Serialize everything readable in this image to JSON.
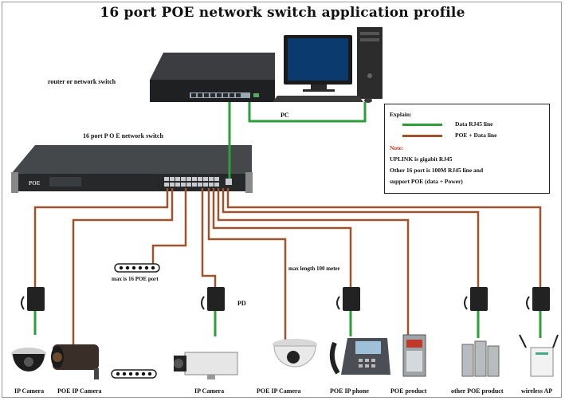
{
  "title": "16 port POE network switch application profile",
  "labels": {
    "router": "router or network switch",
    "switch": "16 port  P O E  network switch",
    "switch_brand": "POE",
    "pc": "PC",
    "max_ports": "max is 16 POE port",
    "max_length": "max length 100 meter",
    "pd": "PD"
  },
  "legend": {
    "heading": "Explain:",
    "data_line": "Data RJ45 line",
    "poe_line": "POE + Data line",
    "notes_heading": "Note:",
    "note1": "UPLINK is gigabit RJ45",
    "note2": "Other 16 port is 100M RJ45 line and",
    "note3": "support POE (data + Power)"
  },
  "devices": [
    {
      "label": "IP Camera"
    },
    {
      "label": "POE IP Camera"
    },
    {
      "label": "IP Camera"
    },
    {
      "label": "POE IP Camera"
    },
    {
      "label": "POE IP phone"
    },
    {
      "label": "POE product"
    },
    {
      "label": "other POE product"
    },
    {
      "label": "wireless AP"
    }
  ],
  "colors": {
    "data_line": "#2e9e3b",
    "poe_line": "#a0522d",
    "device_body": "#2b2b2b"
  }
}
